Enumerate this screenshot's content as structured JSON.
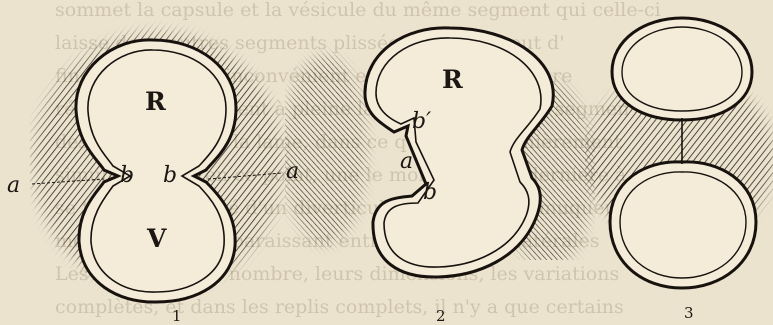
{
  "figures": [
    {
      "number": "1",
      "labels": {
        "top": "R",
        "bottom": "V",
        "left_outer": "a",
        "left_inner": "b",
        "right_inner": "b",
        "right_outer": "a"
      }
    },
    {
      "number": "2",
      "labels": {
        "top": "R",
        "upper_notch": "b′",
        "middle": "a",
        "lower_notch": "b"
      }
    },
    {
      "number": "3",
      "labels": {}
    }
  ],
  "show_through_text": [
    "sommet la capsule et la vésicule du même segment qui celle-ci",
    "laisse deux autres segments plissées que l'on peut d'",
    "fines intestins au inconvénient et les autres signature",
    "réunion la fibre soient à pleine la demi-bouclée des segmen",
    "des deux côtés de la lame, dans ce qui a été premièrement",
    "simultanément en ce point, une le moment de la dernière à",
    "se trouve constitué d'un diverticule complet de la muqueu",
    "ménèle plus fin apparaissant entre deux des collatérales",
    "Les organes, leur nombre, leurs dimensions, les variations",
    "complètes, et dans les replis complets, il n'y a que certains"
  ]
}
